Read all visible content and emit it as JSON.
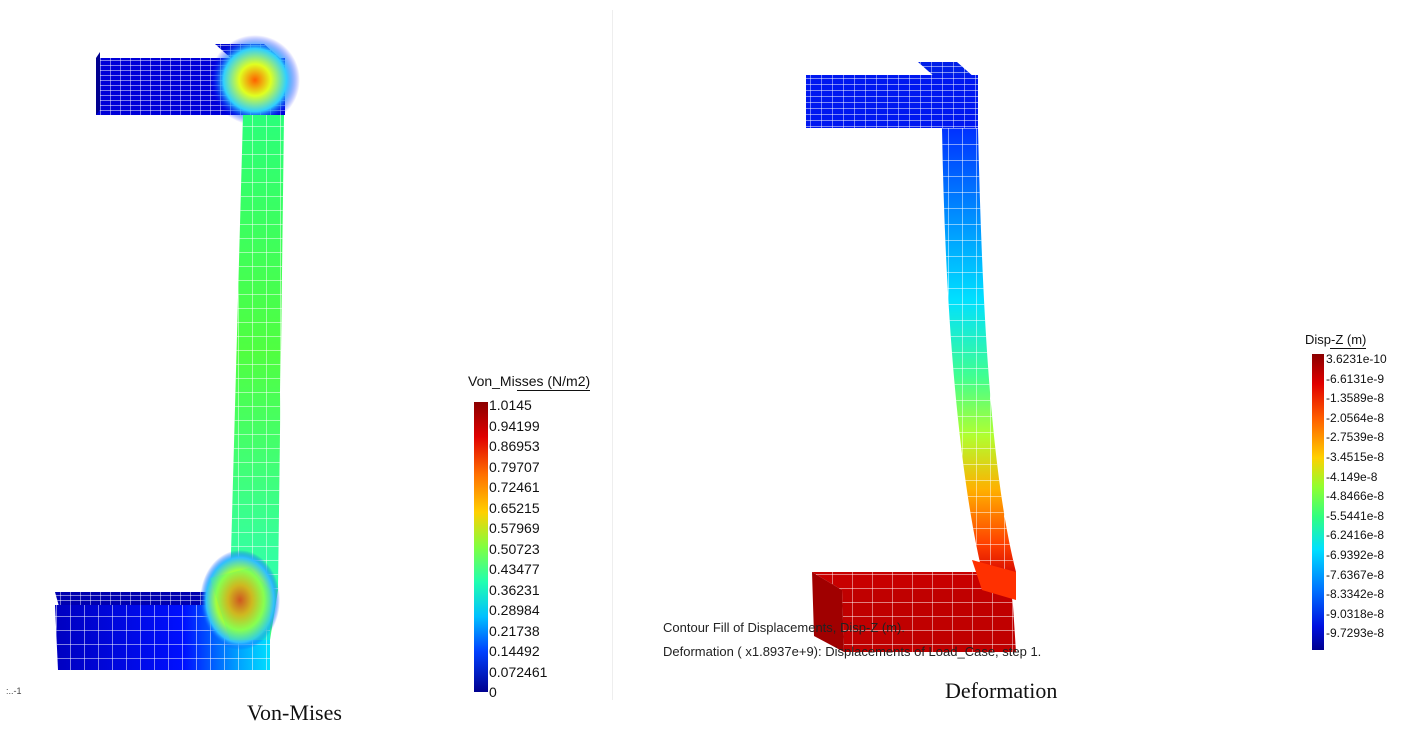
{
  "left_panel": {
    "caption": "Von-Mises",
    "legend_title": "Von_Misses (N/m2)",
    "legend_values": [
      "1.0145",
      "0.94199",
      "0.86953",
      "0.79707",
      "0.72461",
      "0.65215",
      "0.57969",
      "0.50723",
      "0.43477",
      "0.36231",
      "0.28984",
      "0.21738",
      "0.14492",
      "0.072461",
      "0"
    ]
  },
  "right_panel": {
    "caption": "Deformation",
    "legend_title": "Disp-Z (m)",
    "legend_values": [
      "3.6231e-10",
      "-6.6131e-9",
      "-1.3589e-8",
      "-2.0564e-8",
      "-2.7539e-8",
      "-3.4515e-8",
      "-4.149e-8",
      "-4.8466e-8",
      "-5.5441e-8",
      "-6.2416e-8",
      "-6.9392e-8",
      "-7.6367e-8",
      "-8.3342e-8",
      "-9.0318e-8",
      "-9.7293e-8"
    ],
    "overlay_line1": "Contour Fill of Displacements, Disp-Z (m).",
    "overlay_line2": "Deformation ( x1.8937e+9): Displacements of Load_Case, step 1."
  },
  "colors": {
    "colormap": [
      "#00008f",
      "#0000ff",
      "#0060ff",
      "#00c0ff",
      "#30ffd0",
      "#60ff90",
      "#a0ff50",
      "#e0ff10",
      "#ffd000",
      "#ff8000",
      "#ff3000",
      "#c00000",
      "#8b0000"
    ]
  }
}
